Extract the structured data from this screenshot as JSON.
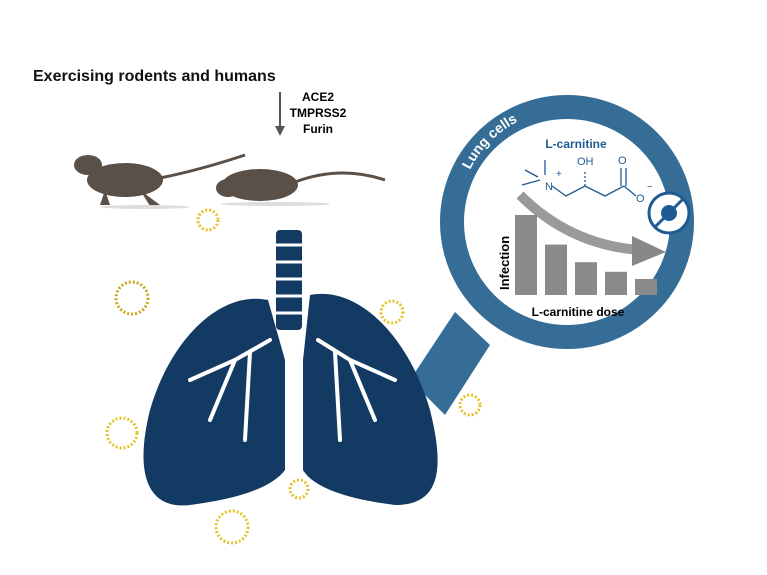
{
  "title": "Exercising rodents and humans",
  "factors": [
    "ACE2",
    "TMPRSS2",
    "Furin"
  ],
  "magnifier": {
    "ring_label": "Lung cells",
    "molecule_name": "L-carnitine",
    "molecule_labels": {
      "oh": "OH",
      "o": "O",
      "n": "N",
      "plus": "+",
      "minus": "−",
      "o_minus": "O"
    },
    "chart": {
      "ylabel": "Infection",
      "xlabel": "L-carnitine dose",
      "values": [
        100,
        63,
        41,
        29,
        20
      ]
    }
  },
  "colors": {
    "ring": "#356d96",
    "lung": "#133a63",
    "text_blue": "#1f5b93",
    "bar": "#8a8a8a",
    "rodent": "#5b5048"
  }
}
